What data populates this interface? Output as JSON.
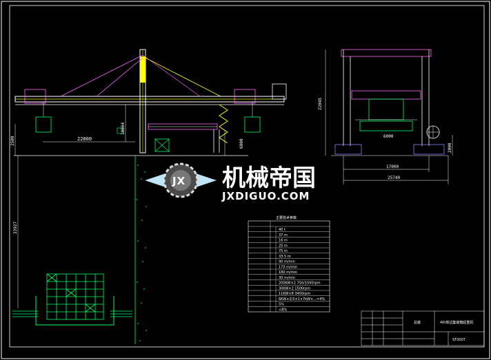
{
  "dimensions": {
    "left_base": "2500",
    "span_left": "22000",
    "mid_height": "18664",
    "center_gap": "6000",
    "vertical_long": "33927",
    "right_height": "22045",
    "right_width": "6000",
    "right_base": "2000",
    "bottom_1": "17000",
    "bottom_2": "25740"
  },
  "watermark": {
    "title": "机械帝国",
    "subtitle": "JXDIGUO.COM",
    "logo_letters": "JX"
  },
  "spec_table": {
    "title": "主要技术参数",
    "rows": [
      {
        "label": "",
        "sub": "",
        "value": "40 t"
      },
      {
        "label": "",
        "sub": "",
        "value": "37 m"
      },
      {
        "label": "",
        "sub": "",
        "value": "16 m"
      },
      {
        "label": "",
        "sub": "",
        "value": "25 m"
      },
      {
        "label": "",
        "sub": "",
        "value": "75 m"
      },
      {
        "label": "",
        "sub": "",
        "value": "33.5 m"
      },
      {
        "label": "",
        "sub": "",
        "value": "90 m/min"
      },
      {
        "label": "",
        "sub": "",
        "value": "170 m/min"
      },
      {
        "label": "",
        "sub": "",
        "value": "180 m/min"
      },
      {
        "label": "",
        "sub": "",
        "value": "30 m/min"
      },
      {
        "label": "",
        "sub": "",
        "value": "200KW×2  750/1500rpm"
      },
      {
        "label": "",
        "sub": "",
        "value": "30KW×2  1500rpm"
      },
      {
        "label": "",
        "sub": "",
        "value": "11KW×8  3450rpm"
      },
      {
        "label": "",
        "sub": "",
        "value": "6KW×2/3×1×7kW×...=4%"
      },
      {
        "label": "",
        "sub": "",
        "value": "5%"
      },
      {
        "label": "",
        "sub": "",
        "value": "<8%"
      }
    ]
  },
  "title_block": {
    "drawing_name": "40t岸边集装箱起重机",
    "drawing_no": "ST0007",
    "material": "总装"
  }
}
